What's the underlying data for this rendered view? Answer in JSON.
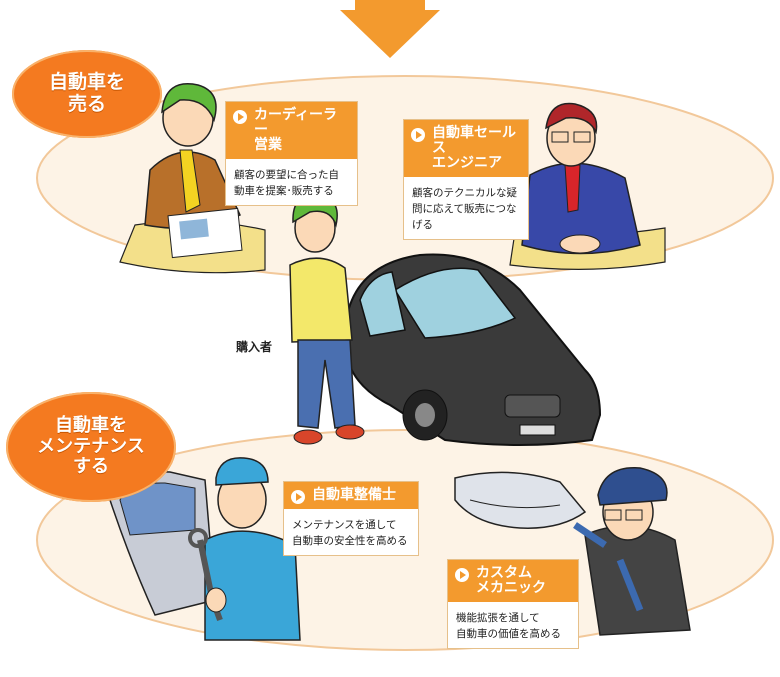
{
  "sections": {
    "sell": {
      "label_lines": [
        "自動車を",
        "売る"
      ],
      "color": "#f47a20"
    },
    "maintain": {
      "label_lines": [
        "自動車を",
        "メンテナンス",
        "する"
      ],
      "color": "#f47a20"
    }
  },
  "cards": {
    "dealer": {
      "title_lines": [
        "カーディーラー",
        "営業"
      ],
      "desc_lines": [
        "顧客の要望に合った自",
        "動車を提案･販売する"
      ]
    },
    "sales_engineer": {
      "title_lines": [
        "自動車セールス",
        "エンジニア"
      ],
      "desc_lines": [
        "顧客のテクニカルな疑",
        "問に応えて販売につな",
        "げる"
      ]
    },
    "mechanic": {
      "title_lines": [
        "自動車整備士"
      ],
      "desc_lines": [
        "メンテナンスを通して",
        "自動車の安全性を高める"
      ]
    },
    "custom_mechanic": {
      "title_lines": [
        "カスタム",
        "メカニック"
      ],
      "desc_lines": [
        "機能拡張を通して",
        "自動車の価値を高める"
      ]
    }
  },
  "buyer_label": "購入者",
  "colors": {
    "accent": "#f39a2e",
    "ellipse_fill": "#fdf3e6",
    "ellipse_stroke": "#f2c89a"
  },
  "icons": [
    "down-arrow-icon",
    "play-triangle-icon"
  ]
}
